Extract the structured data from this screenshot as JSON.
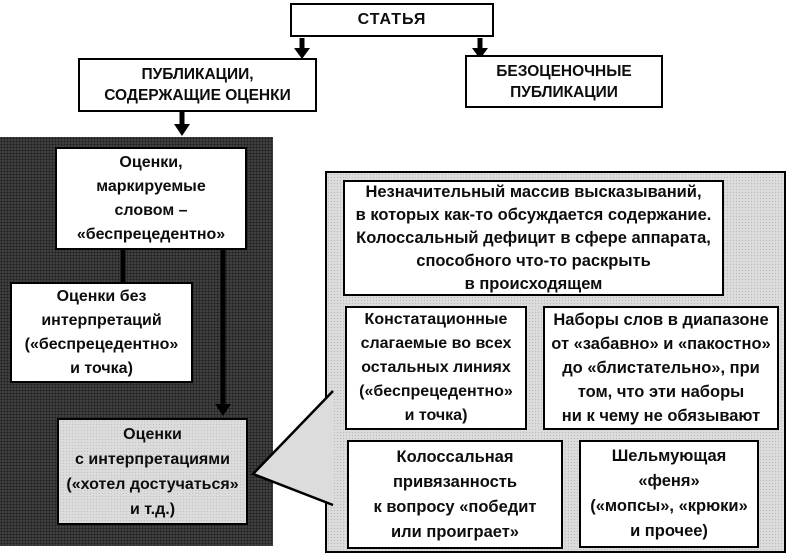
{
  "palette": {
    "dark_panel": "#404040",
    "light_panel": "#dcdcdc",
    "box_bg": "#ffffff",
    "line": "#000000",
    "text": "#0d0d0d"
  },
  "nodes": {
    "article": {
      "label": "СТАТЬЯ"
    },
    "evaluative_publications": {
      "label": "ПУБЛИКАЦИИ,\nСОДЕРЖАЩИЕ ОЦЕНКИ"
    },
    "nonevaluative_publications": {
      "label": "БЕЗОЦЕНОЧНЫЕ\nПУБЛИКАЦИИ"
    },
    "marked_evaluations": {
      "label": "Оценки,\nмаркируемые\nсловом –\n«беспрецедентно»"
    },
    "evaluations_without_interpretations": {
      "label": "Оценки без\nинтерпретаций\n(«беспрецедентно»\nи точка)"
    },
    "evaluations_with_interpretations": {
      "label": "Оценки\nс интерпретациями\n(«хотел достучаться»\nи т.д.)"
    },
    "bubble_summary": {
      "label": "Незначительный массив высказываний,\nв которых как-то обсуждается содержание.\nКолоссальный дефицит в сфере аппарата,\nспособного что-то раскрыть\nв происходящем"
    },
    "bubble_constative": {
      "label": "Констатационные\nслагаемые во всех\nостальных линиях\n(«беспрецедентно»\nи точка)"
    },
    "bubble_word_sets": {
      "label": "Наборы слов в диапазоне\nот «забавно» и «пакостно»\nдо «блистательно», при\nтом, что эти наборы\nни к чему не обязывают"
    },
    "bubble_win_or_lose": {
      "label": "Колоссальная\nпривязанность\nк вопросу «победит\nили проиграет»"
    },
    "bubble_fenya": {
      "label": "Шельмующая\n«феня»\n(«мопсы», «крюки»\nи прочее)"
    }
  }
}
